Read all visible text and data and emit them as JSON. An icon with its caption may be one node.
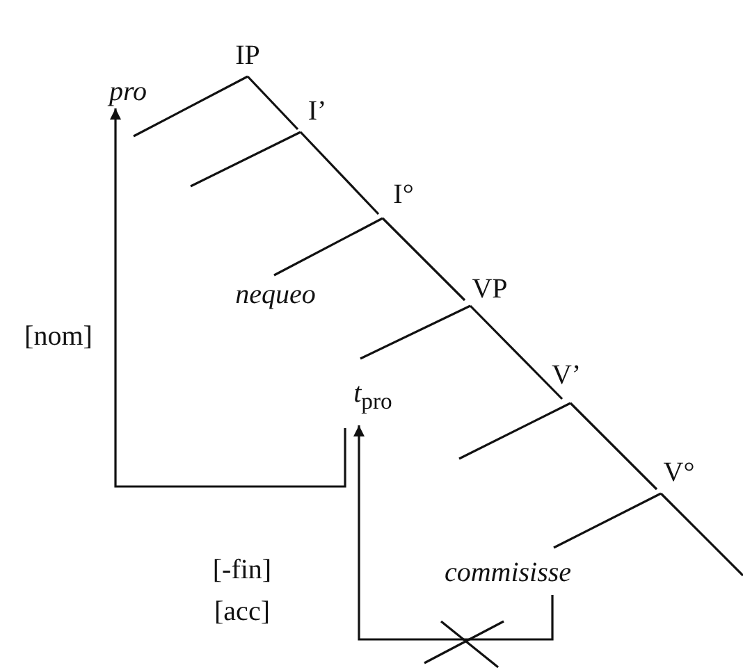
{
  "diagram": {
    "nodes": [
      {
        "text": [
          "IP"
        ]
      },
      {
        "text": [
          "pro"
        ]
      },
      {
        "text": [
          "I’"
        ]
      },
      {
        "text": [
          "I°"
        ]
      },
      {
        "text": [
          "nequeo"
        ]
      },
      {
        "text": [
          "VP"
        ]
      },
      {
        "text": [
          "*t*$_{pro}$"
        ]
      },
      {
        "text": [
          "V’"
        ]
      },
      {
        "text": [
          "V°"
        ]
      },
      {
        "text": [
          "commisisse"
        ]
      }
    ],
    "edges": [
      {
        "from": 0,
        "to": 1,
        "arrow": "none"
      },
      {
        "from": 0,
        "to": 2,
        "arrow": "none"
      },
      {
        "from": 2,
        "to": null,
        "arrow": "none"
      },
      {
        "from": 2,
        "to": 3,
        "arrow": "none"
      },
      {
        "from": 3,
        "to": 4,
        "arrow": "none"
      },
      {
        "from": 3,
        "to": 5,
        "arrow": "none"
      },
      {
        "from": 5,
        "to": 6,
        "arrow": "none"
      },
      {
        "from": 5,
        "to": 7,
        "arrow": "none"
      },
      {
        "from": 7,
        "to": null,
        "arrow": "none"
      },
      {
        "from": 7,
        "to": 8,
        "arrow": "none"
      },
      {
        "from": 8,
        "to": 9,
        "arrow": "none"
      },
      {
        "from": 8,
        "to": null,
        "arrow": "none"
      },
      {
        "from": 6,
        "to": 1,
        "arrow": "to",
        "label": "[nom]"
      },
      {
        "from": 9,
        "to": 6,
        "arrow": "to",
        "label": "[-fin] [acc]"
      }
    ]
  }
}
